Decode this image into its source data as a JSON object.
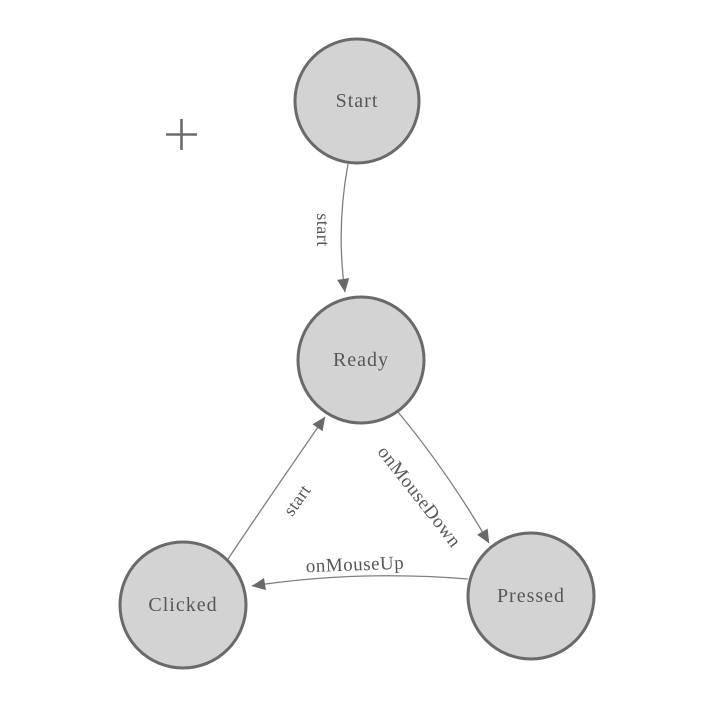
{
  "colors": {
    "background": "#ffffff",
    "node_fill": "#d3d3d3",
    "node_border": "#6a6a6a",
    "edge_line": "#7f7f7f",
    "arrow_fill": "#696969",
    "label_text": "#575757",
    "crosshair": "#6b6b6b"
  },
  "diagram": {
    "type": "state-diagram",
    "nodes": [
      {
        "id": "start",
        "label": "Start"
      },
      {
        "id": "ready",
        "label": "Ready"
      },
      {
        "id": "clicked",
        "label": "Clicked"
      },
      {
        "id": "pressed",
        "label": "Pressed"
      }
    ],
    "edges": [
      {
        "from": "Start",
        "to": "Ready",
        "label": "start"
      },
      {
        "from": "Clicked",
        "to": "Ready",
        "label": "start"
      },
      {
        "from": "Ready",
        "to": "Pressed",
        "label": "onMouseDown"
      },
      {
        "from": "Pressed",
        "to": "Clicked",
        "label": "onMouseUp"
      }
    ]
  }
}
